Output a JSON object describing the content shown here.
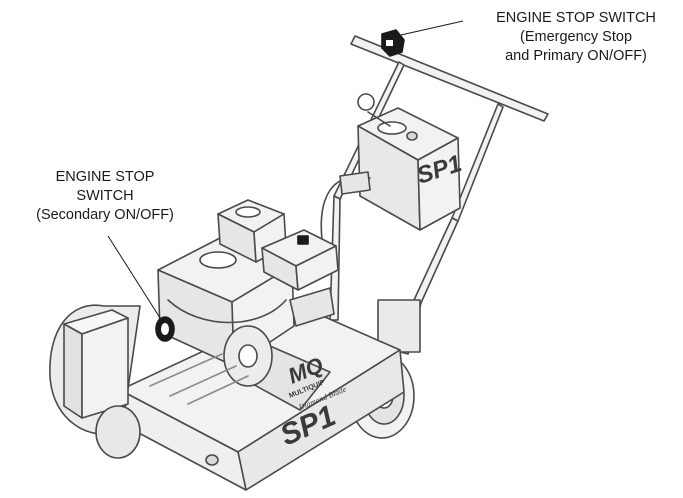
{
  "labels": {
    "primary_switch": {
      "line1": "ENGINE STOP SWITCH",
      "line2": "(Emergency Stop",
      "line3": "and Primary ON/OFF)"
    },
    "secondary_switch": {
      "line1": "ENGINE STOP",
      "line2": "SWITCH",
      "line3": "(Secondary ON/OFF)"
    }
  },
  "logos": {
    "housing_brand": "MQ",
    "housing_sub": "MULTIQUIP",
    "housing_script": "Diamond Blade",
    "model_front": "SP1",
    "model_console": "SP1"
  },
  "colors": {
    "outline": "#4a4a4a",
    "body_fill": "#f2f2f2",
    "shade": "#d9d9d9",
    "switch_dark": "#1a1a1a",
    "leader": "#1a1a1a"
  }
}
